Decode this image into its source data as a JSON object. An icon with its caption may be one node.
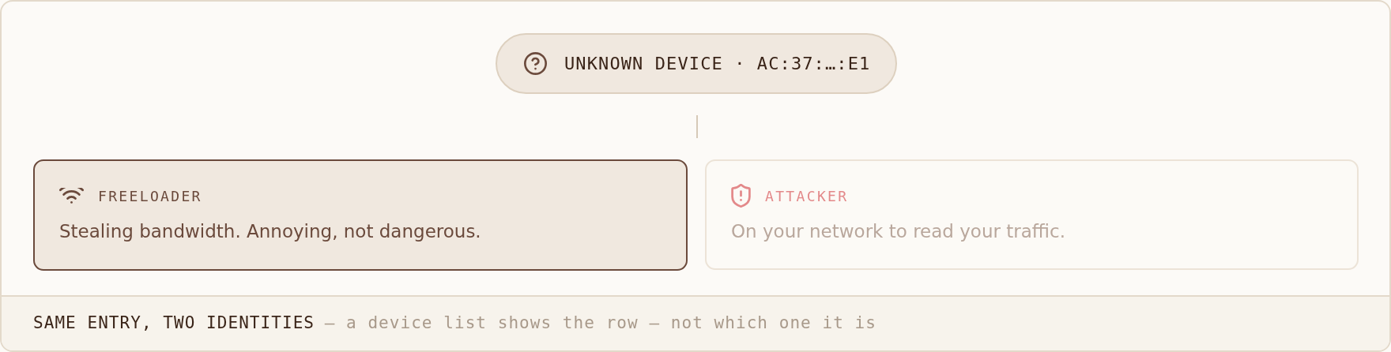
{
  "diagram": {
    "nodes": [
      {
        "text": [
          "UNKNOWN DEVICE · AC:37:…:E1"
        ]
      },
      {
        "text": [
          "FREELOADER",
          "Stealing bandwidth. Annoying, not dangerous."
        ]
      },
      {
        "text": [
          "ATTACKER",
          "On your network to read your traffic."
        ]
      },
      {
        "text": [
          "SAME ENTRY, TWO IDENTITIES",
          "— a device list shows the row — not which one it is"
        ]
      }
    ]
  }
}
